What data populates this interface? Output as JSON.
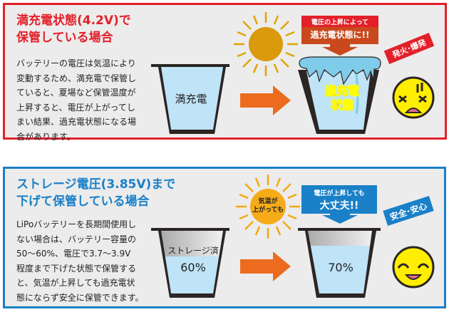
{
  "overcharge": {
    "title": "満充電状態(4.2V)で\n保管している場合",
    "body": "バッテリーの電圧は気温により\n変動するため、満充電で保管し\nていると、夏場など保管温度が\n上昇すると、電圧が上がってし\nまい結果、過充電状態になる場\n合があります。",
    "cup_before_label": "満充電",
    "callout_line1": "電圧の上昇によって",
    "callout_line2": "過充電状態に!!",
    "cup_after_label": "過充電\n状態",
    "warning_tag": "発火･爆発",
    "colors": {
      "accent": "#e3202a",
      "callout": "#c9491d"
    }
  },
  "storage": {
    "title": "ストレージ電圧(3.85V)まで\n下げて保管している場合",
    "body": "LiPoバッテリーを長期間使用し\nない場合は、バッテリー容量の\n50〜60%、電圧で3.7〜3.9V\n程度まで下げた状態で保管する\nと、気温が上昇しても過充電状\n態にならず安全に保管できます。",
    "cup_before_label": "ストレージ済",
    "cup_before_level": "60%",
    "sun_label": "気温が\n上がっても",
    "callout_line1": "電圧が上昇しても",
    "callout_line2": "大丈夫!!",
    "cup_after_level": "70%",
    "safe_tag": "安全･安心",
    "colors": {
      "accent": "#1a80c8"
    }
  }
}
